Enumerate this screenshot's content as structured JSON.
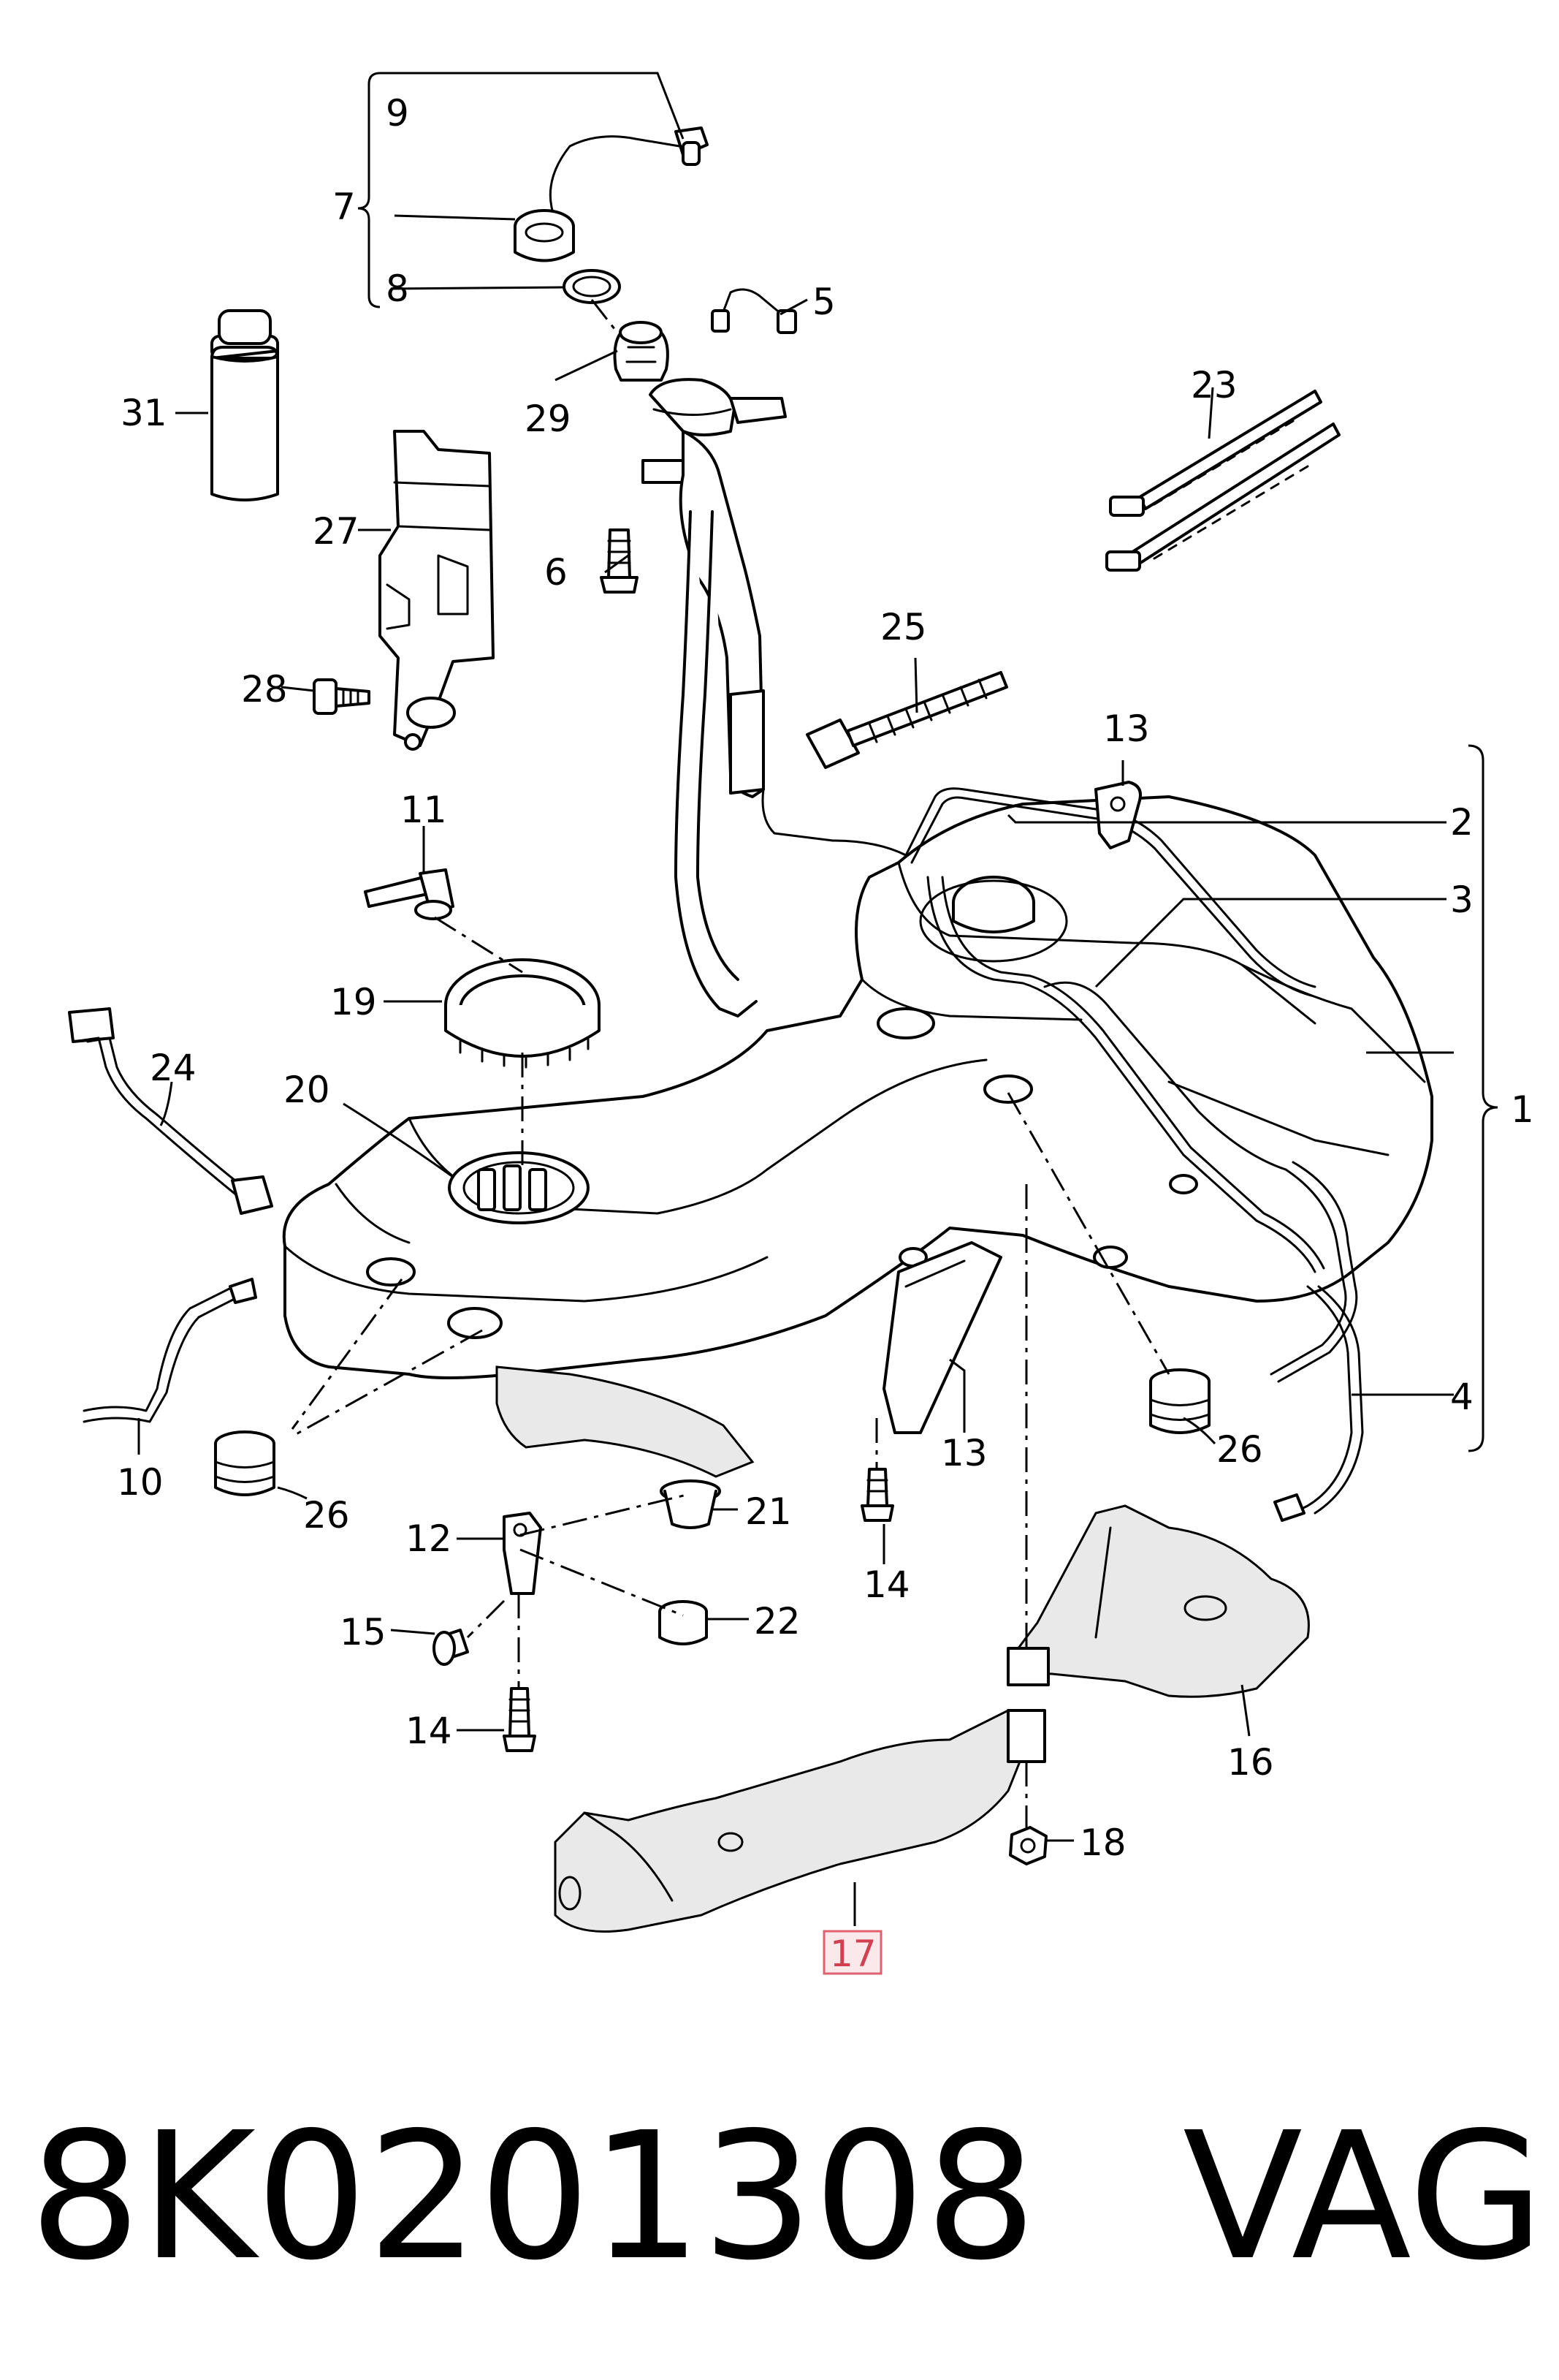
{
  "callouts": {
    "c1": "1",
    "c2": "2",
    "c3": "3",
    "c4": "4",
    "c5": "5",
    "c6": "6",
    "c7": "7",
    "c8": "8",
    "c9": "9",
    "c10": "10",
    "c11": "11",
    "c12": "12",
    "c13a": "13",
    "c13b": "13",
    "c14a": "14",
    "c14b": "14",
    "c15": "15",
    "c16": "16",
    "c17": "17",
    "c18": "18",
    "c19": "19",
    "c20": "20",
    "c21": "21",
    "c22": "22",
    "c23": "23",
    "c24": "24",
    "c25": "25",
    "c26a": "26",
    "c26b": "26",
    "c27": "27",
    "c28": "28",
    "c29": "29",
    "c31": "31"
  },
  "highlighted_callout": "17",
  "highlight_color": "#e06070",
  "footer": {
    "part_number": "8K0201308",
    "brand": "VAG"
  }
}
